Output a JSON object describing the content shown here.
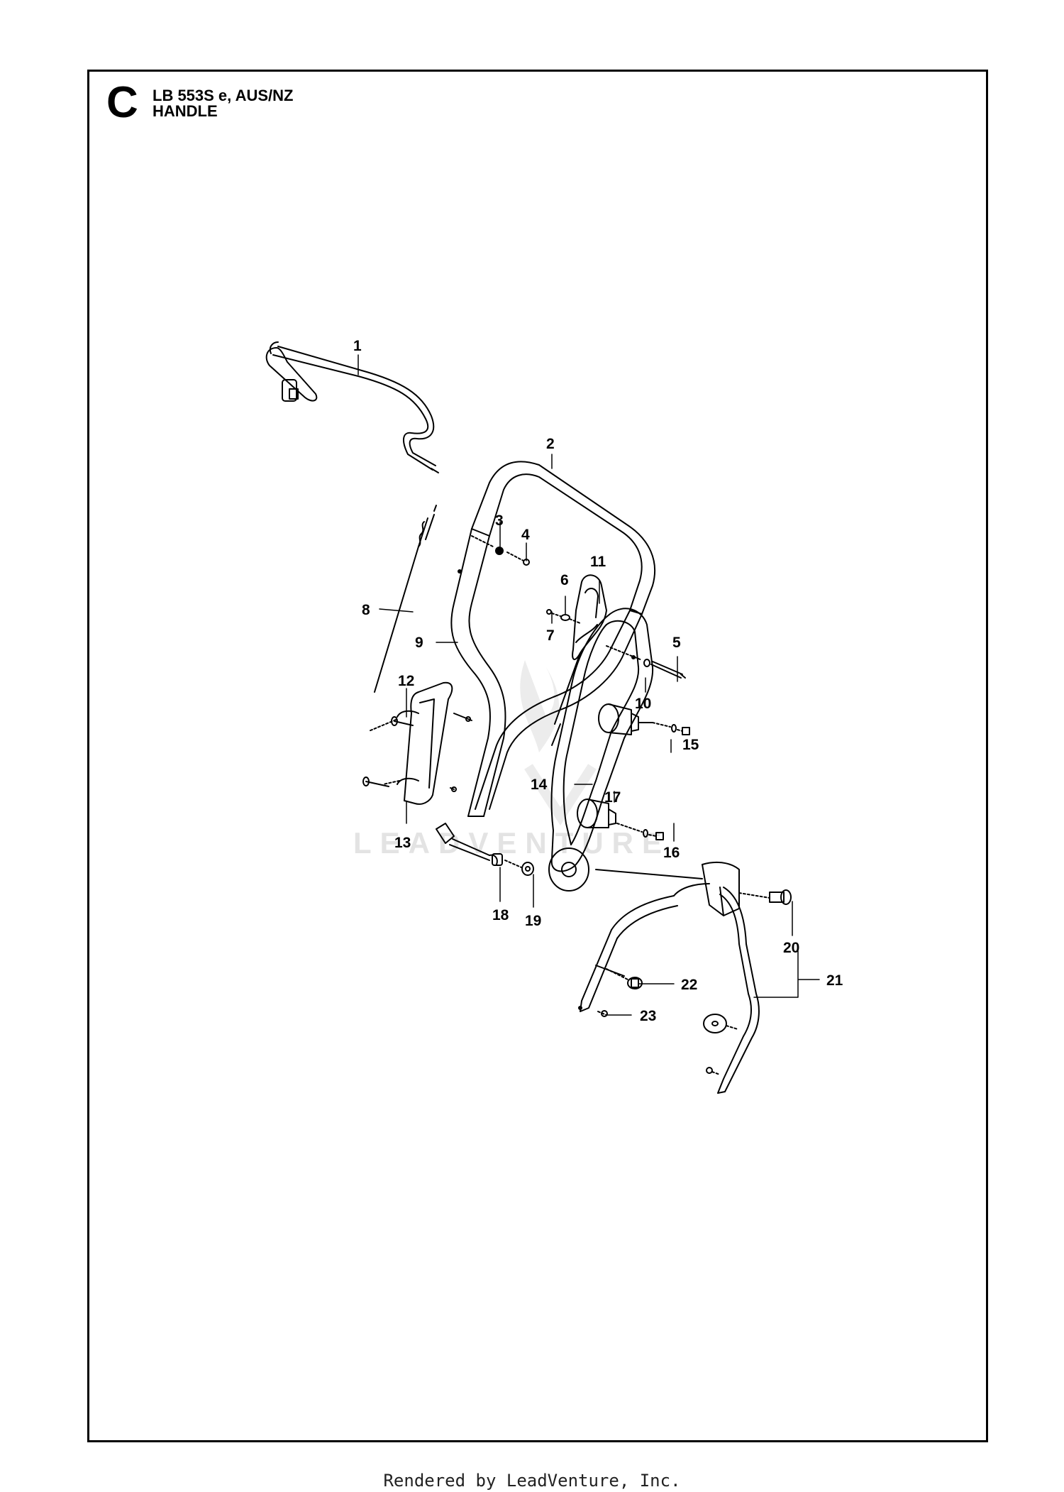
{
  "section": {
    "letter": "C",
    "model": "LB 553S e, AUS/NZ",
    "title": "HANDLE"
  },
  "watermark": {
    "text": "LEADVENTURE"
  },
  "callouts": [
    "1",
    "2",
    "3",
    "4",
    "5",
    "6",
    "7",
    "8",
    "9",
    "10",
    "11",
    "12",
    "13",
    "14",
    "15",
    "16",
    "17",
    "18",
    "19",
    "20",
    "21",
    "22",
    "23"
  ],
  "footer": {
    "text": "Rendered by LeadVenture, Inc."
  }
}
